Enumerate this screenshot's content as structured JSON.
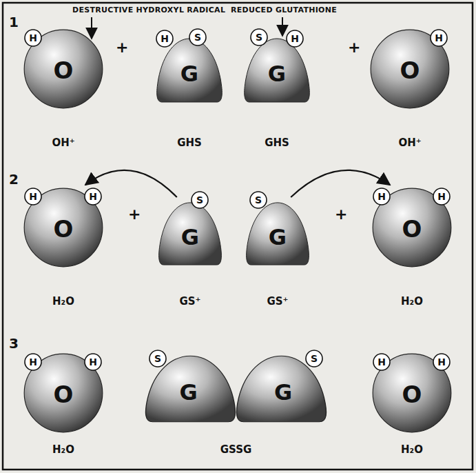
{
  "diagram": {
    "nodes": [
      {
        "text": [
          "O",
          "OH⁺"
        ]
      },
      {
        "text": [
          "H"
        ],
        "in": 0
      },
      {
        "text": [
          "G",
          "GHS"
        ]
      },
      {
        "text": [
          "H"
        ],
        "in": 2
      },
      {
        "text": [
          "S"
        ],
        "in": 2
      },
      {
        "text": [
          "G",
          "GHS"
        ]
      },
      {
        "text": [
          "S"
        ],
        "in": 5
      },
      {
        "text": [
          "H"
        ],
        "in": 5
      },
      {
        "text": [
          "O",
          "OH⁺"
        ]
      },
      {
        "text": [
          "H"
        ],
        "in": 8
      },
      {
        "text": [
          "O",
          "H₂O"
        ]
      },
      {
        "text": [
          "H"
        ],
        "in": 10
      },
      {
        "text": [
          "H"
        ],
        "in": 10
      },
      {
        "text": [
          "G",
          "GS⁺"
        ]
      },
      {
        "text": [
          "S"
        ],
        "in": 13
      },
      {
        "text": [
          "G",
          "GS⁺"
        ]
      },
      {
        "text": [
          "S"
        ],
        "in": 15
      },
      {
        "text": [
          "O",
          "H₂O"
        ]
      },
      {
        "text": [
          "H"
        ],
        "in": 17
      },
      {
        "text": [
          "H"
        ],
        "in": 17
      },
      {
        "text": [
          "O",
          "H₂O"
        ]
      },
      {
        "text": [
          "H"
        ],
        "in": 20
      },
      {
        "text": [
          "H"
        ],
        "in": 20
      },
      {
        "text": [
          "G",
          "G",
          "GSSG"
        ]
      },
      {
        "text": [
          "S"
        ],
        "in": 23
      },
      {
        "text": [
          "S"
        ],
        "in": 23
      },
      {
        "text": [
          "O",
          "H₂O"
        ]
      },
      {
        "text": [
          "H"
        ],
        "in": 26
      },
      {
        "text": [
          "H"
        ],
        "in": 26
      }
    ],
    "edges": [
      {
        "from": 13,
        "to": 10,
        "arrow": "to"
      },
      {
        "from": 15,
        "to": 17,
        "arrow": "to"
      }
    ],
    "labels": [
      "DESTRUCTIVE HYDROXYL RADICAL",
      "REDUCED GLUTATHIONE",
      "1",
      "2",
      "3",
      "+",
      "+",
      "+",
      "+"
    ]
  }
}
